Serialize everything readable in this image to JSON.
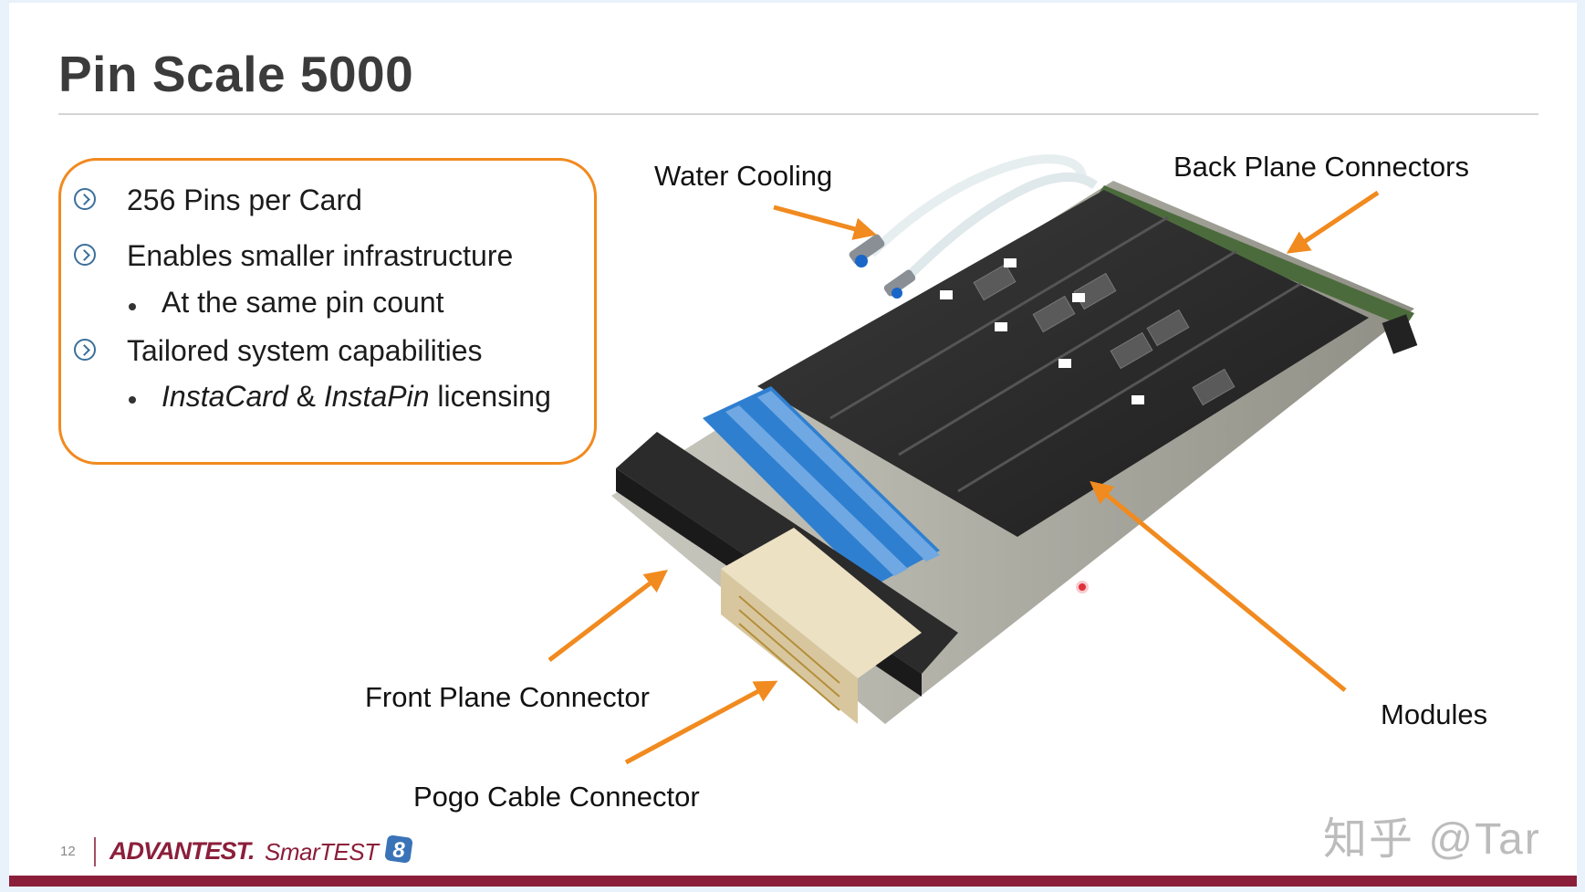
{
  "slide": {
    "title": "Pin Scale 5000",
    "page_number": "12",
    "bullets": {
      "item1": "256 Pins per Card",
      "item2": "Enables smaller infrastructure",
      "item2_sub": "At the same pin count",
      "item3": "Tailored system capabilities",
      "item3_sub_part1": "InstaCard",
      "item3_sub_amp": " & ",
      "item3_sub_part2": "InstaPin",
      "item3_sub_part3": " licensing"
    },
    "callouts": {
      "water_cooling": "Water Cooling",
      "back_plane": "Back Plane Connectors",
      "front_plane": "Front Plane Connector",
      "modules": "Modules",
      "pogo_cable": "Pogo Cable Connector"
    },
    "footer": {
      "brand": "ADVANTEST.",
      "product": "SmarTEST",
      "product_badge": "8"
    },
    "watermark": "知乎 @Tar",
    "colors": {
      "accent_orange": "#f18a1f",
      "brand_maroon": "#8b1f3a",
      "chevron_blue": "#3b6f9b"
    }
  }
}
